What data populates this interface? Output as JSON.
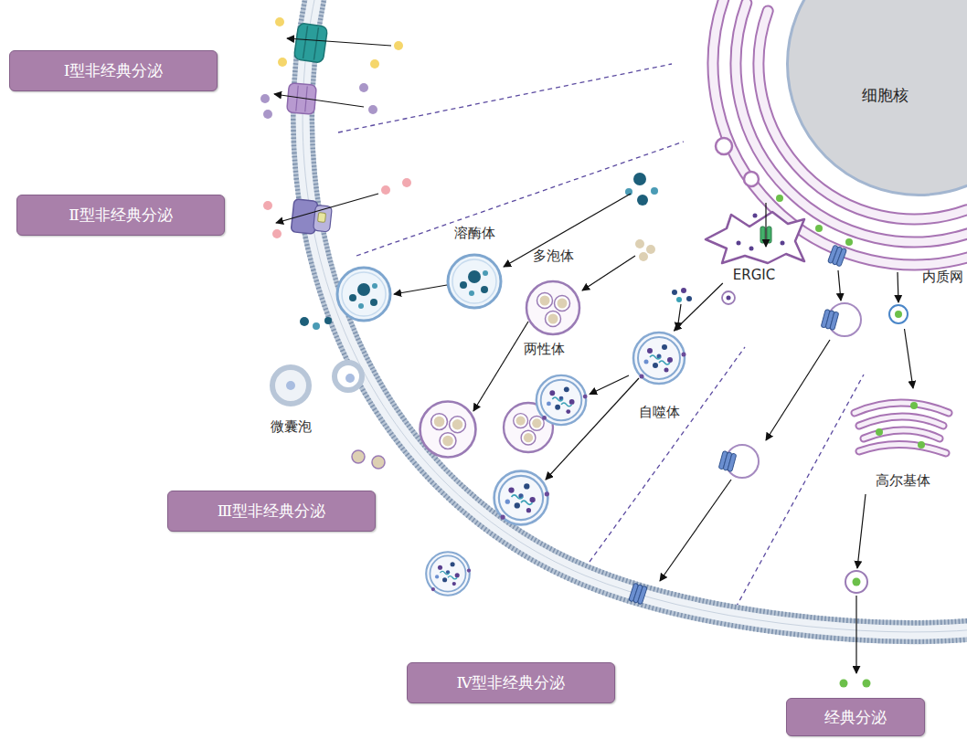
{
  "diagram": {
    "nodes": [
      {
        "text": [
          "Ⅰ型非经典分泌"
        ]
      },
      {
        "text": [
          "Ⅱ型非经典分泌"
        ]
      },
      {
        "text": [
          "细胞核"
        ]
      },
      {
        "text": [
          "溶酶体"
        ]
      },
      {
        "text": [
          "多泡体"
        ]
      },
      {
        "text": [
          "ERGIC"
        ]
      },
      {
        "text": [
          "内质网"
        ]
      },
      {
        "text": [
          "两性体"
        ]
      },
      {
        "text": [
          "自噬体"
        ]
      },
      {
        "text": [
          "微囊泡"
        ]
      },
      {
        "text": [
          "高尔基体"
        ]
      },
      {
        "text": [
          "Ⅲ型非经典分泌"
        ]
      },
      {
        "text": [
          "Ⅳ型非经典分泌"
        ]
      },
      {
        "text": [
          "经典分泌"
        ]
      }
    ],
    "edges": [
      {
        "from": 8,
        "to": 7,
        "arrow": "to"
      },
      {
        "from": 5,
        "to": 8,
        "arrow": "to"
      },
      {
        "from": 6,
        "to": 10,
        "arrow": "to"
      }
    ]
  }
}
